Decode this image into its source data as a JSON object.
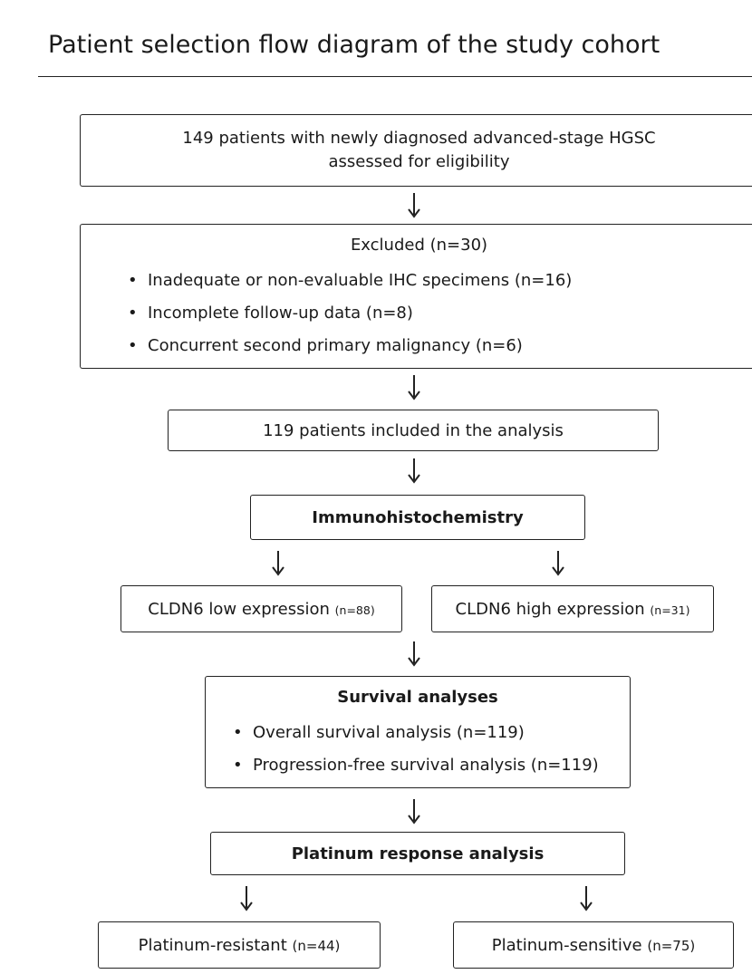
{
  "title": "Patient selection flow diagram of the study cohort",
  "eligibility": {
    "line1": "149 patients with newly diagnosed advanced-stage HGSC",
    "line2": "assessed for eligibility"
  },
  "excluded": {
    "heading": "Excluded (n=30)",
    "items": [
      "Inadequate or non-evaluable IHC specimens (n=16)",
      "Incomplete follow-up data (n=8)",
      "Concurrent second primary malignancy (n=6)"
    ]
  },
  "included": {
    "text": "119 patients included in the analysis"
  },
  "ihc": {
    "text": "Immunohistochemistry"
  },
  "low_expression": {
    "label": "CLDN6 low expression",
    "n": "(n=88)"
  },
  "high_expression": {
    "label": "CLDN6 high expression",
    "n": "(n=31)"
  },
  "survival": {
    "heading": "Survival analyses",
    "items": [
      "Overall survival analysis (n=119)",
      "Progression-free survival analysis (n=119)"
    ]
  },
  "platinum": {
    "text": "Platinum response analysis"
  },
  "resistant": {
    "label": "Platinum-resistant",
    "n": "(n=44)"
  },
  "sensitive": {
    "label": "Platinum-sensitive",
    "n": "(n=75)"
  }
}
